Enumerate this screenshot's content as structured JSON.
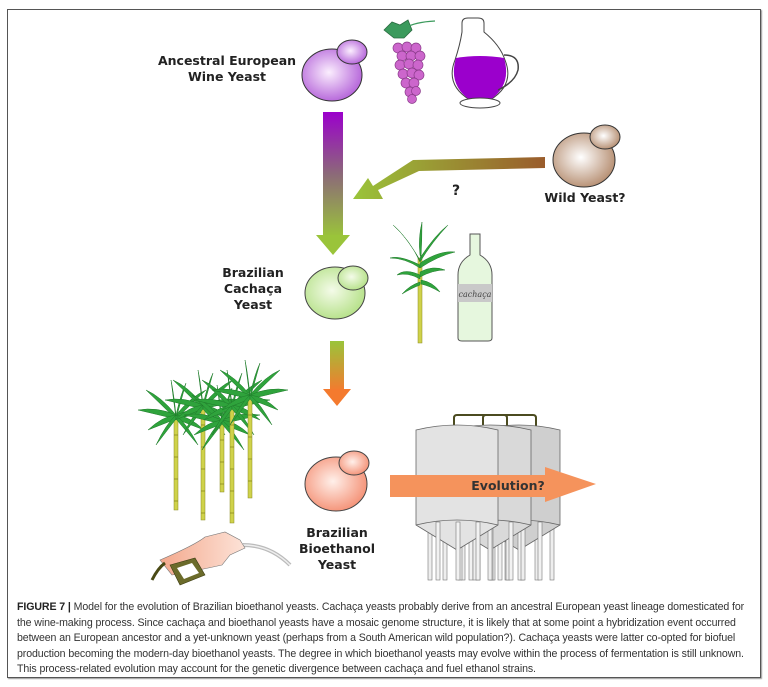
{
  "figure": {
    "nodes": {
      "ancestral": {
        "label_line1": "Ancestral European",
        "label_line2": "Wine Yeast",
        "color": "#b15ed6"
      },
      "wild": {
        "label": "Wild Yeast?",
        "color": "#b89478"
      },
      "cachaca": {
        "label_line1": "Brazilian",
        "label_line2": "Cachaça",
        "label_line3": "Yeast",
        "color": "#b5e28a"
      },
      "bioethanol": {
        "label_line1": "Brazilian",
        "label_line2": "Bioethanol",
        "label_line3": "Yeast",
        "color": "#f5957a"
      }
    },
    "hybrid_question": "?",
    "bottle_label": "cachaça",
    "evolution_arrow_label": "Evolution?",
    "colors": {
      "purple": "#9b00cc",
      "green": "#9ac43a",
      "orange": "#f47a2e",
      "brown": "#9a5c2c",
      "wine": "#9b00cc",
      "leaf": "#2fa33c",
      "cane": "#cfd24a",
      "tank": "#d9d9d9",
      "evolution_arrow": "#f5935c"
    }
  },
  "caption": {
    "label": "FIGURE 7 |",
    "text": " Model for the evolution of Brazilian bioethanol yeasts. Cachaça yeasts probably derive from an ancestral European yeast lineage domesticated for the wine-making process. Since cachaça and bioethanol yeasts have a mosaic genome structure, it is likely that at some point a hybridization event occurred between an European ancestor and a yet-unknown yeast (perhaps from a South American wild population?). Cachaça yeasts were latter co-opted for biofuel production becoming the modern-day bioethanol yeasts. The degree in which bioethanol yeasts may evolve within the process of fermentation is still unknown. This process-related evolution may account for the genetic divergence between cachaça and fuel ethanol strains."
  }
}
